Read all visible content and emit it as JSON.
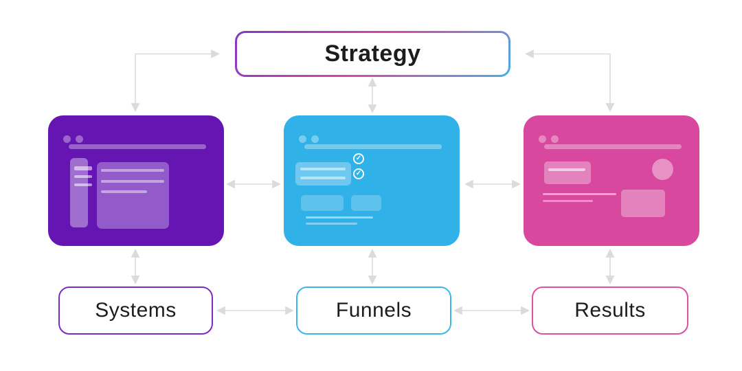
{
  "strategy": {
    "label": "Strategy"
  },
  "nodes": [
    {
      "id": "systems",
      "label": "Systems",
      "card_color": "#6415b2",
      "border_color": "#7b2bc2"
    },
    {
      "id": "funnels",
      "label": "Funnels",
      "card_color": "#30b1e8",
      "border_color": "#3cb6ea"
    },
    {
      "id": "results",
      "label": "Results",
      "card_color": "#d8489f",
      "border_color": "#df4fa2"
    }
  ],
  "icons": {
    "check_glyph": "✓"
  },
  "colors": {
    "background": "#ffffff",
    "arrow": "#dbdbdb",
    "text": "#1d1d1d",
    "card-purple": "#6415b2",
    "card-blue": "#30b1e8",
    "card-pink": "#d8489f",
    "border-purple": "#7b2bc2",
    "border-blue": "#3cb6ea",
    "border-pink": "#df4fa2",
    "strategy-gradient-start": "#8137c6",
    "strategy-gradient-mid": "#d8479e",
    "strategy-gradient-end": "#47ade8"
  }
}
